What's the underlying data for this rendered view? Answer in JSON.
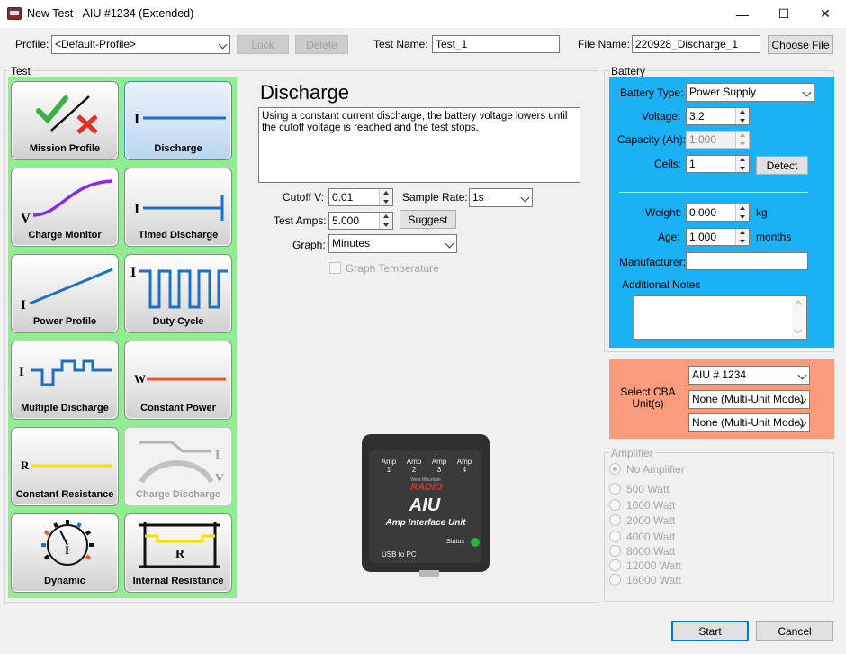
{
  "window": {
    "title": "New Test - AIU #1234 (Extended)",
    "minimize_glyph": "—",
    "maximize_glyph": "☐",
    "close_glyph": "✕"
  },
  "top": {
    "profile_label": "Profile:",
    "profile_value": "<Default-Profile>",
    "lock_label": "Lock",
    "delete_label": "Delete",
    "test_name_label": "Test Name:",
    "test_name_value": "Test_1",
    "file_name_label": "File Name:",
    "file_name_value": "220928_Discharge_1",
    "choose_file_label": "Choose File"
  },
  "test_group": {
    "title": "Test",
    "tiles": [
      {
        "label": "Mission Profile",
        "icon": "mission-profile-icon"
      },
      {
        "label": "Discharge",
        "icon": "discharge-icon",
        "selected": true
      },
      {
        "label": "Charge Monitor",
        "icon": "charge-monitor-icon"
      },
      {
        "label": "Timed Discharge",
        "icon": "timed-discharge-icon"
      },
      {
        "label": "Power Profile",
        "icon": "power-profile-icon"
      },
      {
        "label": "Duty Cycle",
        "icon": "duty-cycle-icon"
      },
      {
        "label": "Multiple Discharge",
        "icon": "multiple-discharge-icon"
      },
      {
        "label": "Constant Power",
        "icon": "constant-power-icon"
      },
      {
        "label": "Constant Resistance",
        "icon": "constant-resistance-icon"
      },
      {
        "label": "Charge Discharge",
        "icon": "charge-discharge-icon",
        "disabled": true
      },
      {
        "label": "Dynamic",
        "icon": "dynamic-icon"
      },
      {
        "label": "Internal Resistance",
        "icon": "internal-resistance-icon"
      }
    ],
    "icon_letters": {
      "I": "I",
      "V": "V",
      "W": "W",
      "R": "R"
    }
  },
  "discharge": {
    "heading": "Discharge",
    "description": "Using a constant current discharge, the battery voltage lowers until the cutoff voltage is reached and the test stops.",
    "cutoff_label": "Cutoff V:",
    "cutoff_value": "0.01",
    "sample_rate_label": "Sample Rate:",
    "sample_rate_value": "1s",
    "test_amps_label": "Test Amps:",
    "test_amps_value": "5.000",
    "suggest_label": "Suggest",
    "graph_label": "Graph:",
    "graph_value": "Minutes",
    "graph_temp_label": "Graph Temperature"
  },
  "device": {
    "amps": [
      "Amp\n1",
      "Amp\n2",
      "Amp\n3",
      "Amp\n4"
    ],
    "brand_small": "West Mountain",
    "brand": "RADIO",
    "name": "AIU",
    "subtitle": "Amp Interface Unit",
    "status": "Status",
    "usb": "USB to PC"
  },
  "battery": {
    "title": "Battery",
    "type_label": "Battery Type:",
    "type_value": "Power Supply",
    "voltage_label": "Voltage:",
    "voltage_value": "3.2",
    "capacity_label": "Capacity (Ah):",
    "capacity_value": "1.000",
    "cells_label": "Cells:",
    "cells_value": "1",
    "detect_label": "Detect",
    "weight_label": "Weight:",
    "weight_value": "0.000",
    "weight_unit": "kg",
    "age_label": "Age:",
    "age_value": "1.000",
    "age_unit": "months",
    "manufacturer_label": "Manufacturer:",
    "manufacturer_value": "",
    "notes_label": "Additional Notes",
    "notes_value": ""
  },
  "cba": {
    "label": "Select CBA\nUnit(s)",
    "unit1": "AIU # 1234",
    "unit2": "None (Multi-Unit Mode)",
    "unit3": "None (Multi-Unit Mode)"
  },
  "amplifier": {
    "title": "Amplifier",
    "options": [
      "No Amplifier",
      "500 Watt",
      "1000 Watt",
      "2000 Watt",
      "4000 Watt",
      "8000 Watt",
      "12000 Watt",
      "16000 Watt"
    ],
    "selected": "No Amplifier"
  },
  "footer": {
    "start_label": "Start",
    "cancel_label": "Cancel"
  },
  "colors": {
    "tile_panel": "#90ee90",
    "battery_panel": "#1ab2f5",
    "cba_panel": "#f99b7c",
    "accent_blue": "#1f6fc2",
    "accent_purple": "#8a2be2",
    "accent_red": "#e0301e",
    "accent_orange": "#f05a28",
    "accent_yellow": "#f5e000"
  }
}
